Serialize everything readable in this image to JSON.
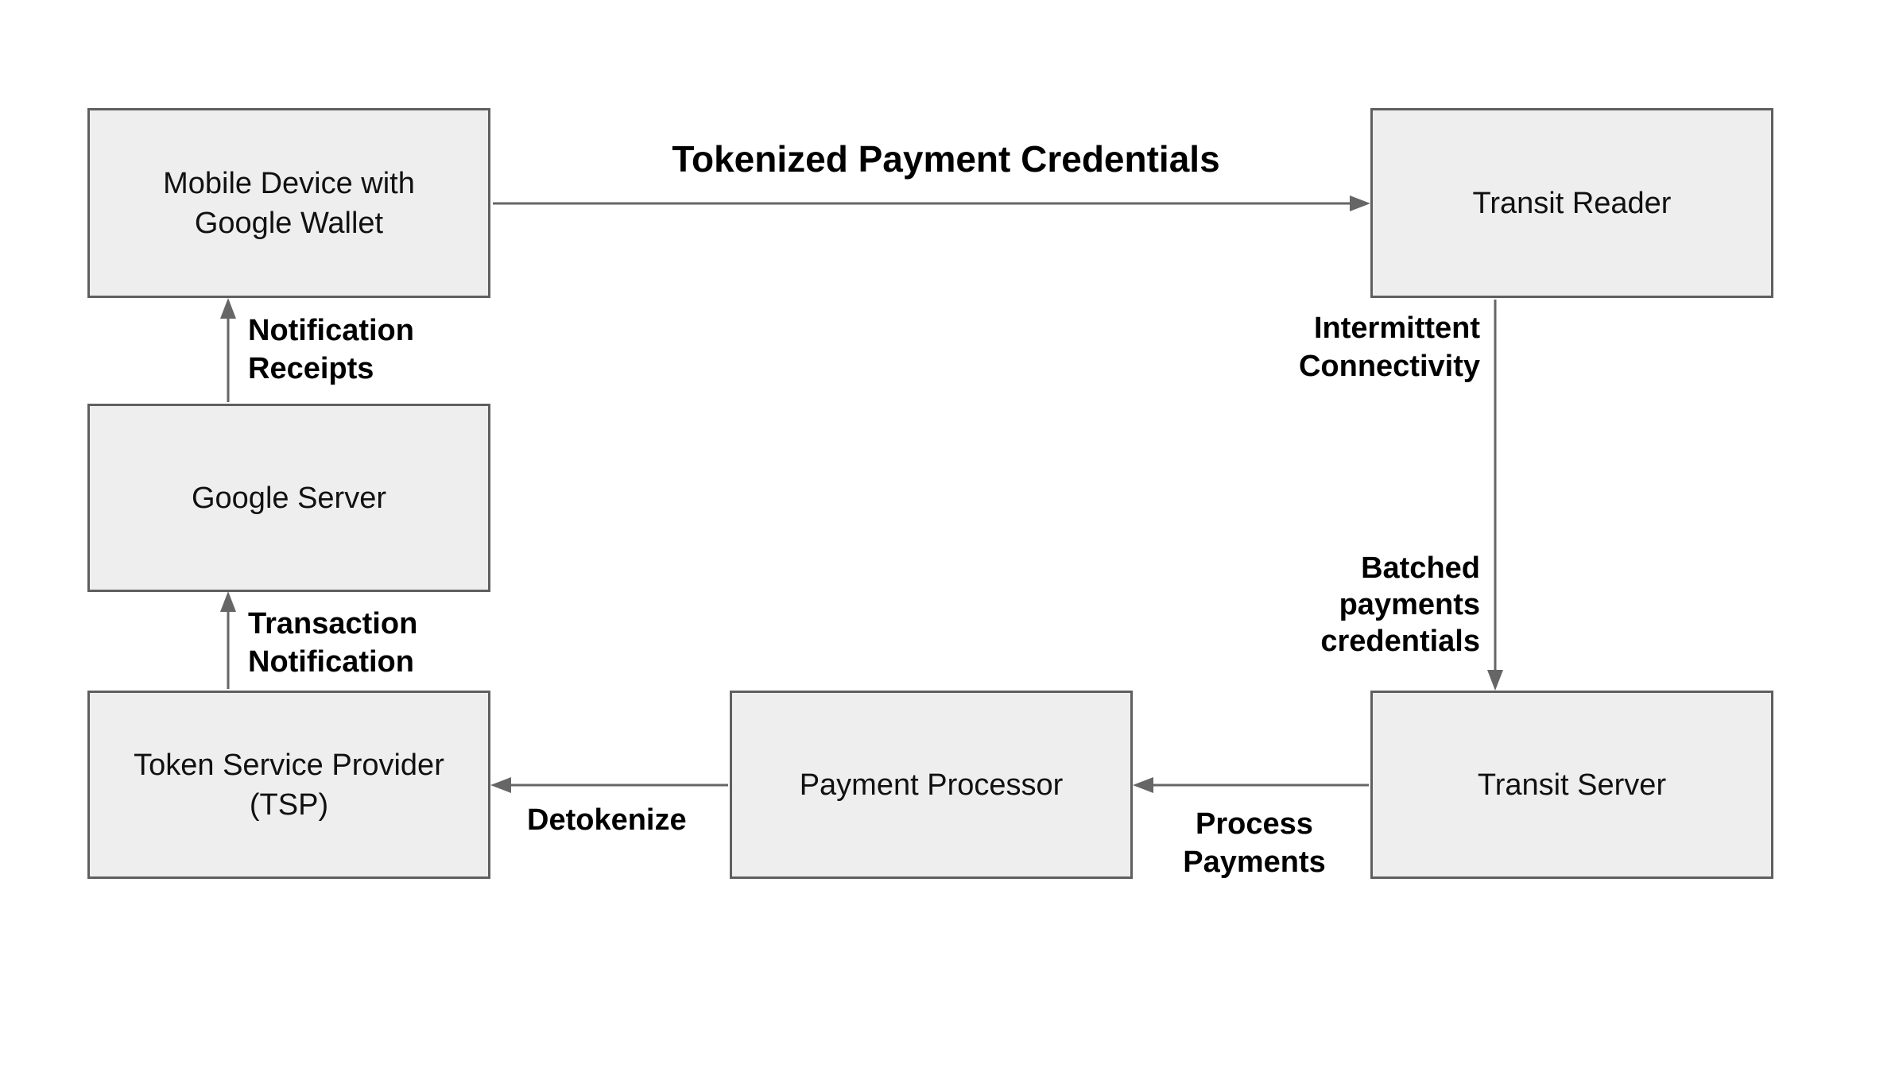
{
  "diagram": {
    "title": "Google Wallet transit payment flow",
    "colors": {
      "background": "#ffffff",
      "node_fill": "#eeeeee",
      "node_border": "#5f5f5f",
      "arrow": "#666666",
      "text": "#000000"
    },
    "nodes": {
      "mobile_device": {
        "label": "Mobile Device with Google Wallet"
      },
      "transit_reader": {
        "label": "Transit Reader"
      },
      "google_server": {
        "label": "Google Server"
      },
      "tsp": {
        "label": "Token Service Provider (TSP)"
      },
      "payment_processor": {
        "label": "Payment Processor"
      },
      "transit_server": {
        "label": "Transit Server"
      }
    },
    "edges": {
      "tokenized": {
        "label": "Tokenized Payment Credentials",
        "from": "mobile_device",
        "to": "transit_reader"
      },
      "intermittent": {
        "label": "Intermittent\nConnectivity",
        "from": "transit_reader",
        "to": "transit_server"
      },
      "batched": {
        "label": "Batched\npayments\ncredentials",
        "from": "transit_reader",
        "to": "transit_server"
      },
      "process": {
        "label": "Process\nPayments",
        "from": "transit_server",
        "to": "payment_processor"
      },
      "detokenize": {
        "label": "Detokenize",
        "from": "payment_processor",
        "to": "tsp"
      },
      "transaction": {
        "label": "Transaction\nNotification",
        "from": "tsp",
        "to": "google_server"
      },
      "receipts": {
        "label": "Notification\nReceipts",
        "from": "google_server",
        "to": "mobile_device"
      }
    }
  }
}
